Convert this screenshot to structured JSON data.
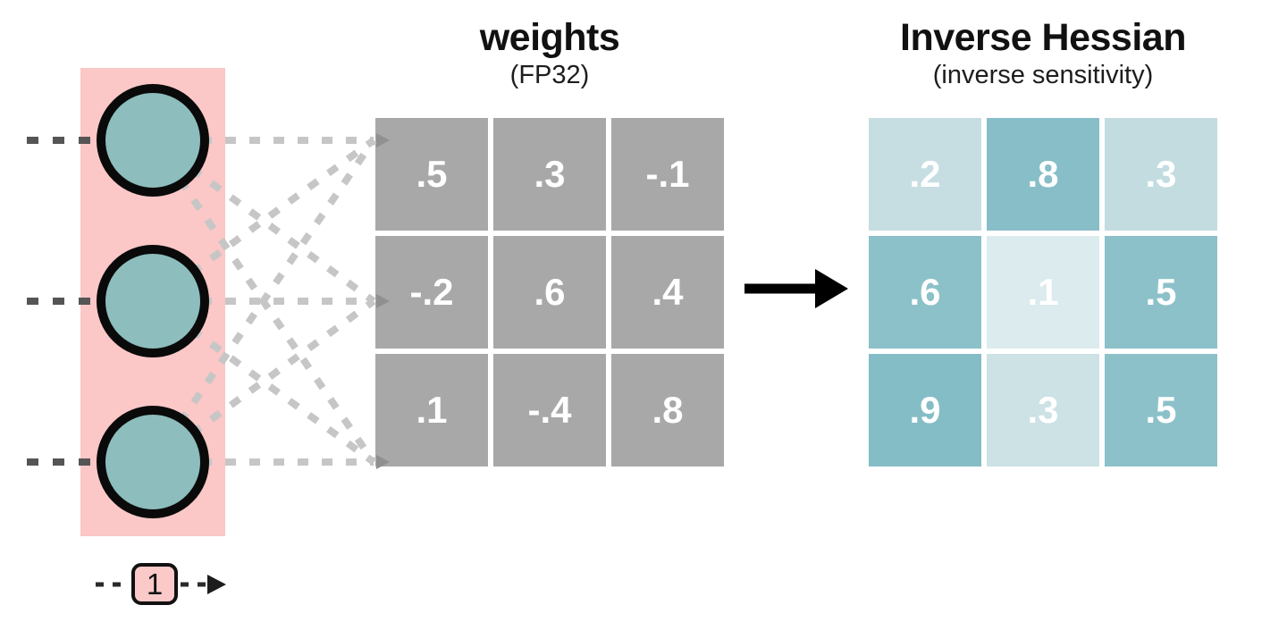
{
  "page": {
    "background": "#ffffff"
  },
  "input_layer": {
    "neuron_count": 3,
    "highlight_color": "#fbc7c7",
    "neuron_fill": "#8dbdbd",
    "neuron_outline": "#0a0a0a",
    "signal": {
      "label": "1",
      "box_color": "#fcc9c9"
    }
  },
  "weights": {
    "title": "weights",
    "subtitle": "(FP32)",
    "cell_bg": "#a8a8a8",
    "text_color": "#ffffff",
    "cells": [
      ".5",
      ".3",
      "-.1",
      "-.2",
      ".6",
      ".4",
      ".1",
      "-.4",
      ".8"
    ]
  },
  "hessian": {
    "title": "Inverse Hessian",
    "subtitle": "(inverse sensitivity)",
    "text_color": "#ffffff",
    "cells": [
      {
        "value": ".2",
        "bg": "#c6dee2"
      },
      {
        "value": ".8",
        "bg": "#87bec7"
      },
      {
        "value": ".3",
        "bg": "#c2dce0"
      },
      {
        "value": ".6",
        "bg": "#8cc1c9"
      },
      {
        "value": ".1",
        "bg": "#dcebed"
      },
      {
        "value": ".5",
        "bg": "#8cc1c9"
      },
      {
        "value": ".9",
        "bg": "#85bdc6"
      },
      {
        "value": ".3",
        "bg": "#cce2e5"
      },
      {
        "value": ".5",
        "bg": "#8cc1c9"
      }
    ]
  },
  "connections": {
    "dash_dark_color": "#555555",
    "dash_light_color": "#c6c6c6",
    "entry_arrow_color": "#909090",
    "flow_arrow_color": "#000000",
    "input_arrow_color": "#2a2a2a"
  }
}
